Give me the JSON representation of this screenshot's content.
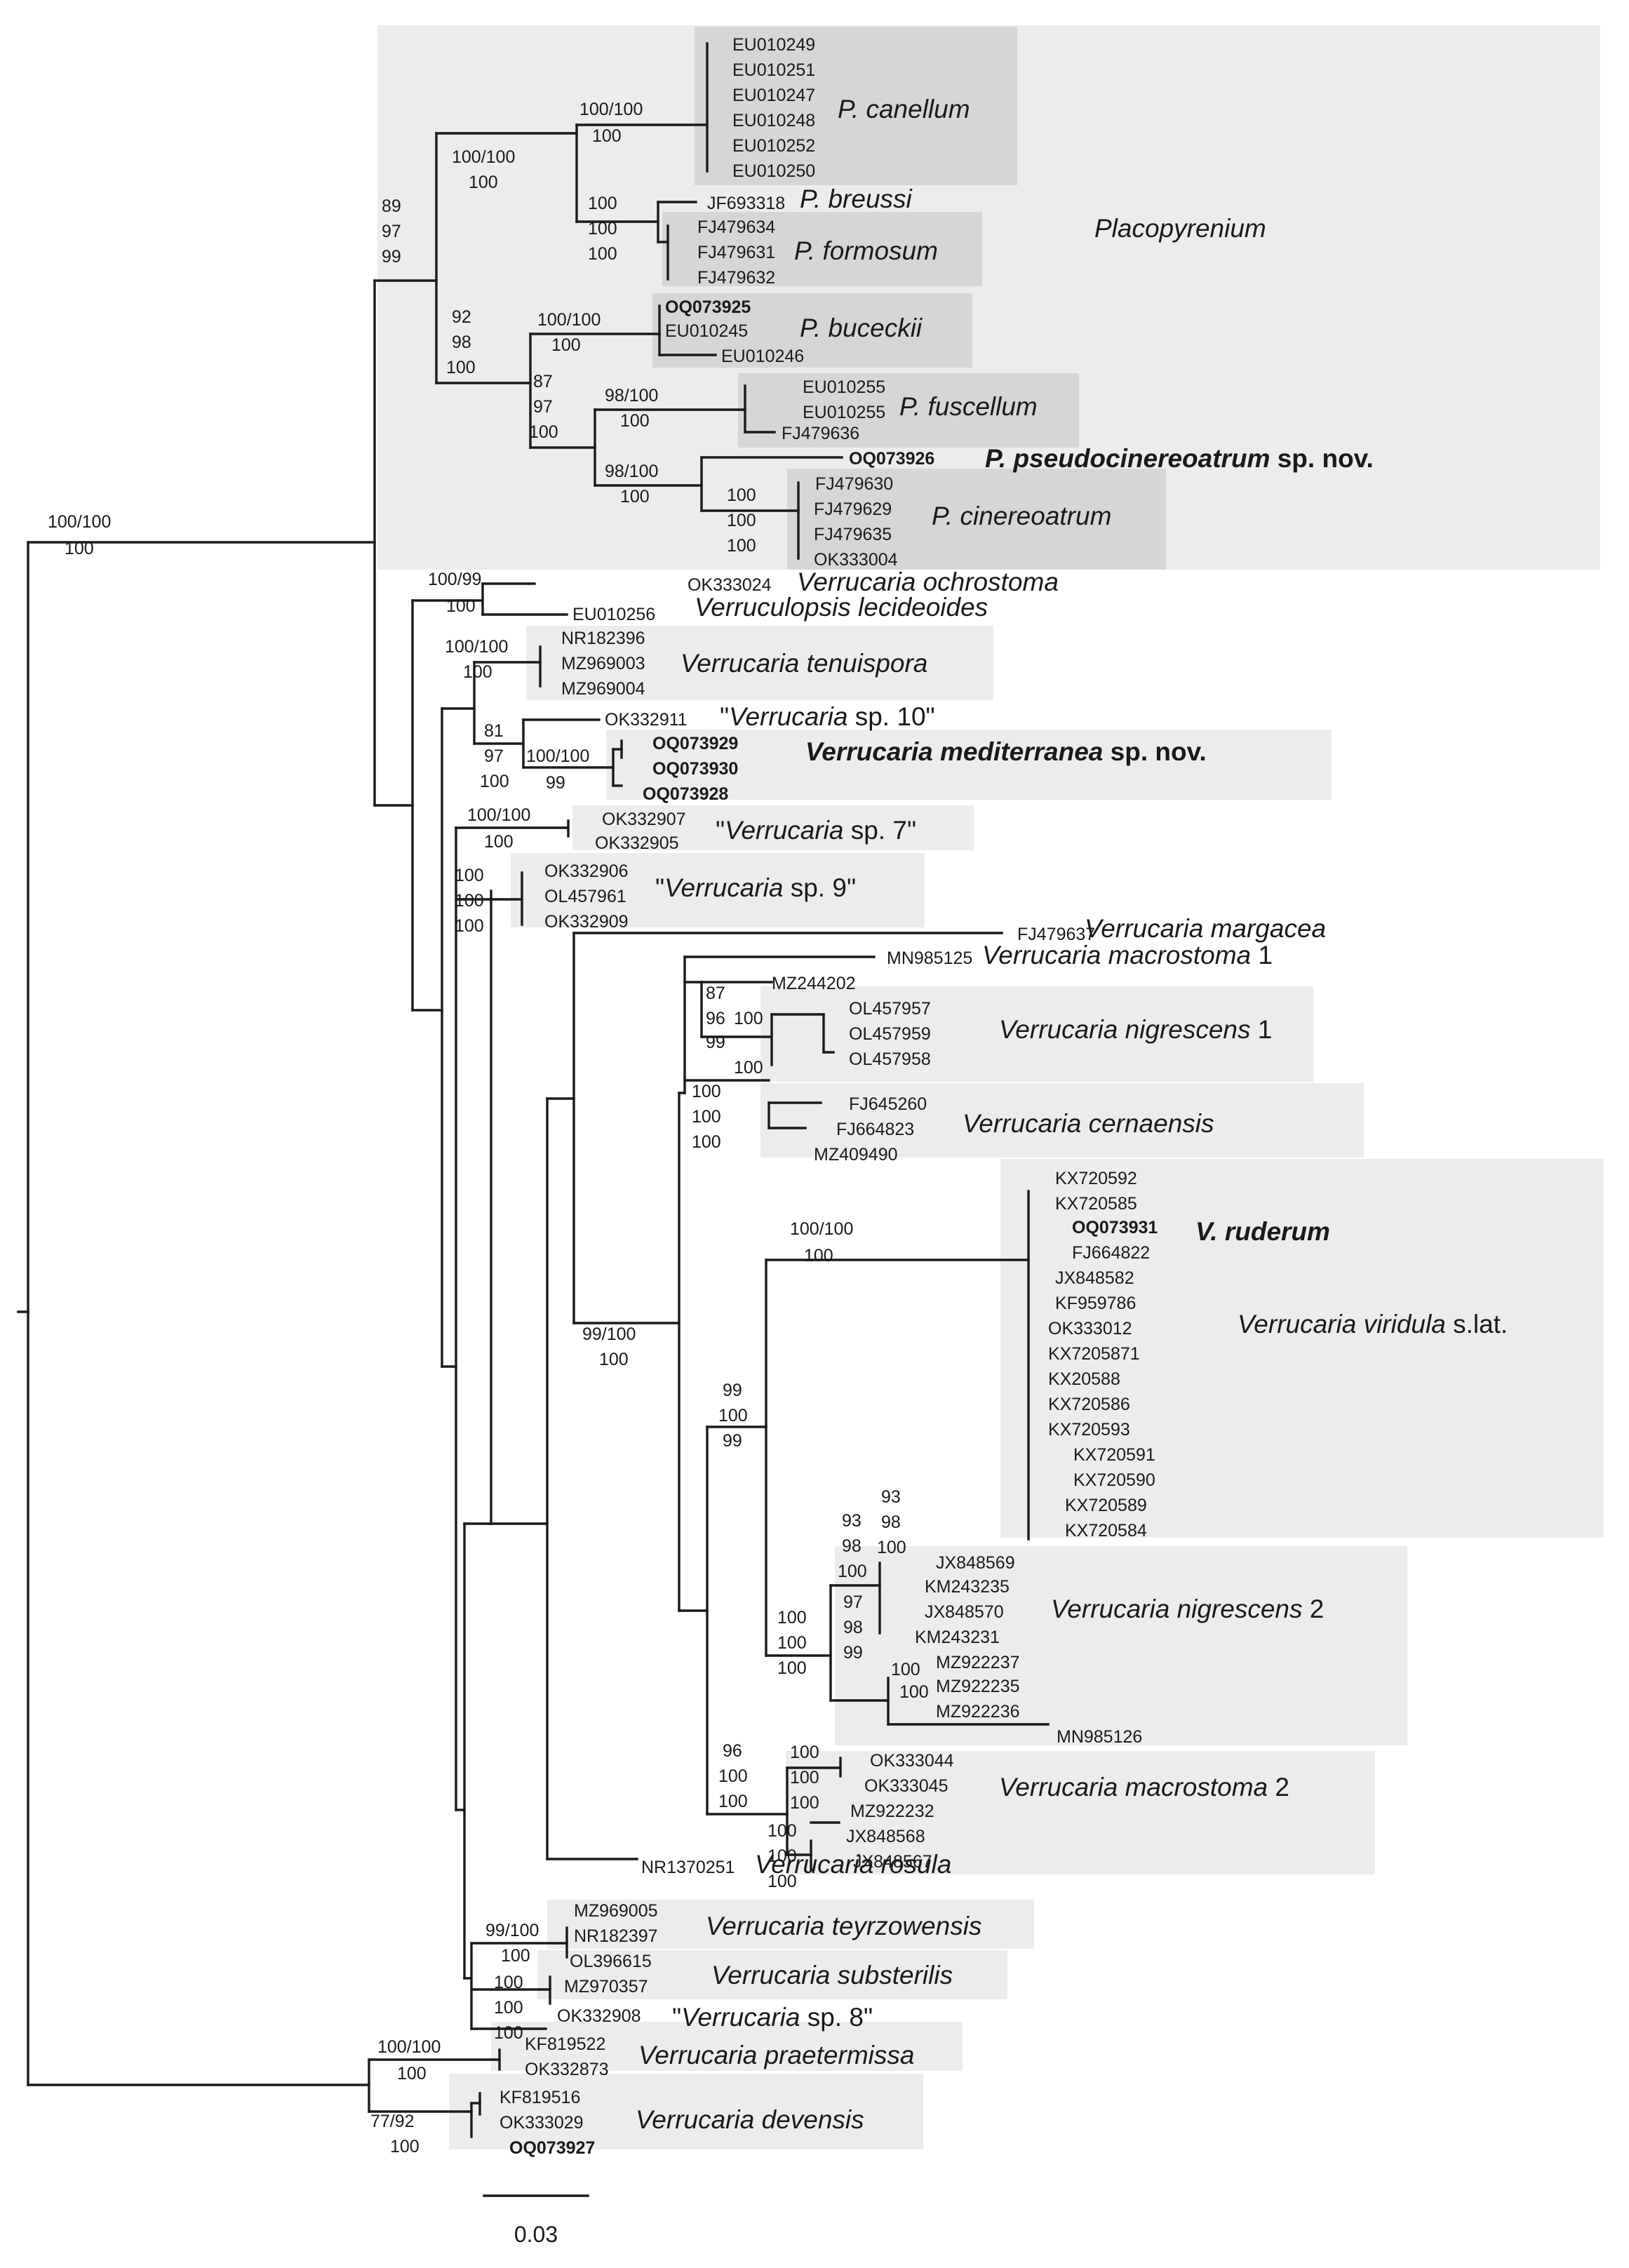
{
  "genus_label": "Placopyrenium",
  "scale_bar": "0.03",
  "accessions": {
    "canellum": [
      "EU010249",
      "EU010251",
      "EU010247",
      "EU010248",
      "EU010252",
      "EU010250"
    ],
    "breussi": [
      "JF693318"
    ],
    "formosum": [
      "FJ479634",
      "FJ479631",
      "FJ479632"
    ],
    "buceckii": [
      "OQ073925",
      "EU010245",
      "EU010246"
    ],
    "fuscellum": [
      "EU010255",
      "EU010255",
      "FJ479636"
    ],
    "pseudocinereoatrum": [
      "OQ073926"
    ],
    "cinereoatrum": [
      "FJ479630",
      "FJ479629",
      "FJ479635",
      "OK333004"
    ],
    "ochrostoma": [
      "OK333024"
    ],
    "lecideoides": [
      "EU010256"
    ],
    "tenuispora": [
      "NR182396",
      "MZ969003",
      "MZ969004"
    ],
    "sp10": [
      "OK332911"
    ],
    "mediterranea": [
      "OQ073929",
      "OQ073930",
      "OQ073928"
    ],
    "sp7": [
      "OK332907",
      "OK332905"
    ],
    "sp9": [
      "OK332906",
      "OL457961",
      "OK332909"
    ],
    "margacea": [
      "FJ479637"
    ],
    "macrostoma1": [
      "MN985125"
    ],
    "nigrescens1": [
      "MZ244202",
      "OL457957",
      "OL457959",
      "OL457958"
    ],
    "cernaensis": [
      "FJ645260",
      "FJ664823",
      "MZ409490"
    ],
    "viridula": [
      "KX720592",
      "KX720585",
      "OQ073931",
      "FJ664822",
      "JX848582",
      "KF959786",
      "OK333012",
      "KX7205871",
      "KX20588",
      "KX720586",
      "KX720593",
      "KX720591",
      "KX720590",
      "KX720589",
      "KX720584"
    ],
    "nigrescens2": [
      "JX848569",
      "KM243235",
      "JX848570",
      "KM243231",
      "MZ922237",
      "MZ922235",
      "MZ922236",
      "MN985126"
    ],
    "macrostoma2": [
      "OK333044",
      "OK333045",
      "MZ922232",
      "JX848568",
      "JX848567"
    ],
    "rosula": [
      "NR1370251"
    ],
    "teyrzowensis": [
      "MZ969005",
      "NR182397"
    ],
    "substerilis": [
      "OL396615",
      "MZ970357"
    ],
    "sp8": [
      "OK332908"
    ],
    "praetermissa": [
      "KF819522",
      "OK332873"
    ],
    "devensis": [
      "KF819516",
      "OK333029",
      "OQ073927"
    ]
  },
  "species": {
    "canellum": "P. canellum",
    "breussi": "P. breussi",
    "formosum": "P. formosum",
    "buceckii": "P. buceckii",
    "fuscellum": "P. fuscellum",
    "pseudocinereoatrum_name": "P. pseudocinereoatrum",
    "pseudocinereoatrum_suffix": " sp. nov.",
    "cinereoatrum": "P. cinereoatrum",
    "ochrostoma": "Verrucaria ochrostoma",
    "lecideoides": "Verruculopsis lecideoides",
    "tenuispora": "Verrucaria tenuispora",
    "sp10_open": "\"",
    "sp10_genus": "Verrucaria",
    "sp10_rest": " sp. 10\"",
    "mediterranea_name": "Verrucaria  mediterranea",
    "mediterranea_suffix": " sp. nov.",
    "sp7_open": "\"",
    "sp7_genus": "Verrucaria",
    "sp7_rest": " sp. 7\"",
    "sp9_open": "\"",
    "sp9_genus": "Verrucaria",
    "sp9_rest": " sp. 9\"",
    "margacea": "Verrucaria margacea",
    "macrostoma1_name": "Verrucaria macrostoma",
    "macrostoma1_num": " 1",
    "nigrescens1_name": "Verrucaria nigrescens",
    "nigrescens1_num": " 1",
    "cernaensis": "Verrucaria cernaensis",
    "ruderum": "V. ruderum",
    "viridula_name": "Verrucaria viridula",
    "viridula_suffix": " s.lat.",
    "nigrescens2_name": "Verrucaria nigrescens",
    "nigrescens2_num": " 2",
    "macrostoma2_name": "Verrucaria macrostoma",
    "macrostoma2_num": " 2",
    "rosula": "Verrucaria rosula",
    "teyrzowensis": "Verrucaria teyrzowensis",
    "substerilis": "Verrucaria substerilis",
    "sp8_open": "\"",
    "sp8_genus": "Verrucaria",
    "sp8_rest": " sp. 8\"",
    "praetermissa": "Verrucaria praetermissa",
    "devensis": "Verrucaria devensis"
  },
  "support": {
    "root_top": [
      "100/100",
      "100"
    ],
    "placo_root": [
      "89",
      "97",
      "99"
    ],
    "canellum_grp": [
      "100/100",
      "100"
    ],
    "canellum": [
      "100/100",
      "100"
    ],
    "breussi_formosum": [
      "100",
      "100",
      "100"
    ],
    "lower_placo": [
      "92",
      "98",
      "100"
    ],
    "buceckii": [
      "100/100",
      "100"
    ],
    "fusc_cin": [
      "87",
      "97",
      "100"
    ],
    "fuscellum": [
      "98/100",
      "100"
    ],
    "pseudo_cin": [
      "98/100",
      "100"
    ],
    "cinereoatrum": [
      "100",
      "100",
      "100"
    ],
    "ochrostoma_pair": [
      "100/99",
      "100"
    ],
    "tenuispora": [
      "100/100",
      "100"
    ],
    "sp10_med": [
      "81",
      "97",
      "100"
    ],
    "mediterranea": [
      "100/100",
      "99"
    ],
    "sp7": [
      "100/100",
      "100"
    ],
    "sp9": [
      "100",
      "100",
      "100"
    ],
    "nig1_group": [
      "87",
      "96",
      "99"
    ],
    "nig1_inner": [
      "100",
      "100"
    ],
    "cernaensis": [
      "100",
      "100",
      "100"
    ],
    "ruderum": [
      "100/100",
      "100"
    ],
    "large_clade": [
      "99/100",
      "100"
    ],
    "vir_nig": [
      "99",
      "100",
      "99"
    ],
    "nig2_a": [
      "93",
      "98",
      "100"
    ],
    "nig2_b": [
      "93",
      "98",
      "100"
    ],
    "nig2_c": [
      "97",
      "98",
      "99"
    ],
    "nig2_root": [
      "100",
      "100",
      "100"
    ],
    "nig2_d": [
      "100",
      "100"
    ],
    "mac2_root": [
      "96",
      "100",
      "100"
    ],
    "mac2_a": [
      "100",
      "100",
      "100"
    ],
    "mac2_b": [
      "100",
      "100",
      "100"
    ],
    "teyrzowensis": [
      "99/100",
      "100"
    ],
    "substerilis": [
      "100",
      "100"
    ],
    "sp8": [
      "100"
    ],
    "praetermissa": [
      "100/100",
      "100"
    ],
    "devensis": [
      "77/92",
      "100"
    ]
  },
  "colors": {
    "clade_box": "#ececec",
    "subclade_box": "#d6d6d6",
    "branch": "#1a1a1a",
    "text": "#1a1a1a"
  }
}
